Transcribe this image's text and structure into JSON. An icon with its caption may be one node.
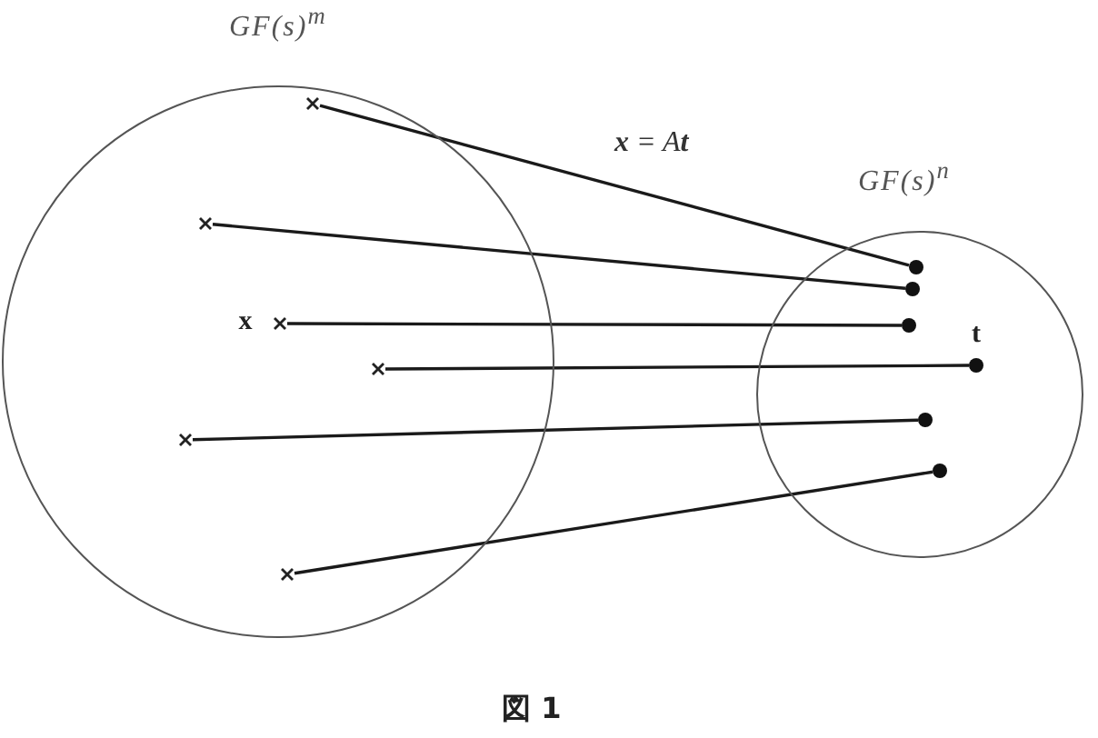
{
  "diagram": {
    "caption": "図 1",
    "nodes": [
      {
        "text": [
          "GF(s)$^{m}$"
        ]
      },
      {
        "text": [],
        "shape": "cross",
        "in": 0
      },
      {
        "text": [],
        "shape": "cross",
        "in": 0
      },
      {
        "text": [],
        "shape": "cross",
        "in": 0,
        "beside": [
          "x"
        ]
      },
      {
        "text": [],
        "shape": "cross",
        "in": 0
      },
      {
        "text": [],
        "shape": "cross",
        "in": 0
      },
      {
        "text": [],
        "shape": "cross",
        "in": 0
      },
      {
        "text": [
          "GF(s)$^{n}$"
        ]
      },
      {
        "text": [],
        "shape": "dot",
        "in": 7
      },
      {
        "text": [],
        "shape": "dot",
        "in": 7
      },
      {
        "text": [],
        "shape": "dot",
        "in": 7
      },
      {
        "text": [],
        "shape": "dot",
        "in": 7,
        "beside": [
          "t"
        ]
      },
      {
        "text": [],
        "shape": "dot",
        "in": 7
      },
      {
        "text": [],
        "shape": "dot",
        "in": 7
      }
    ],
    "edges": [
      {
        "from": 1,
        "to": 8,
        "arrow": "none"
      },
      {
        "from": 2,
        "to": 9,
        "arrow": "none"
      },
      {
        "from": 3,
        "to": 10,
        "arrow": "none"
      },
      {
        "from": 4,
        "to": 11,
        "arrow": "none"
      },
      {
        "from": 5,
        "to": 12,
        "arrow": "none"
      },
      {
        "from": 6,
        "to": 13,
        "arrow": "none"
      }
    ],
    "labels": [
      "**x** = A**t**"
    ]
  }
}
